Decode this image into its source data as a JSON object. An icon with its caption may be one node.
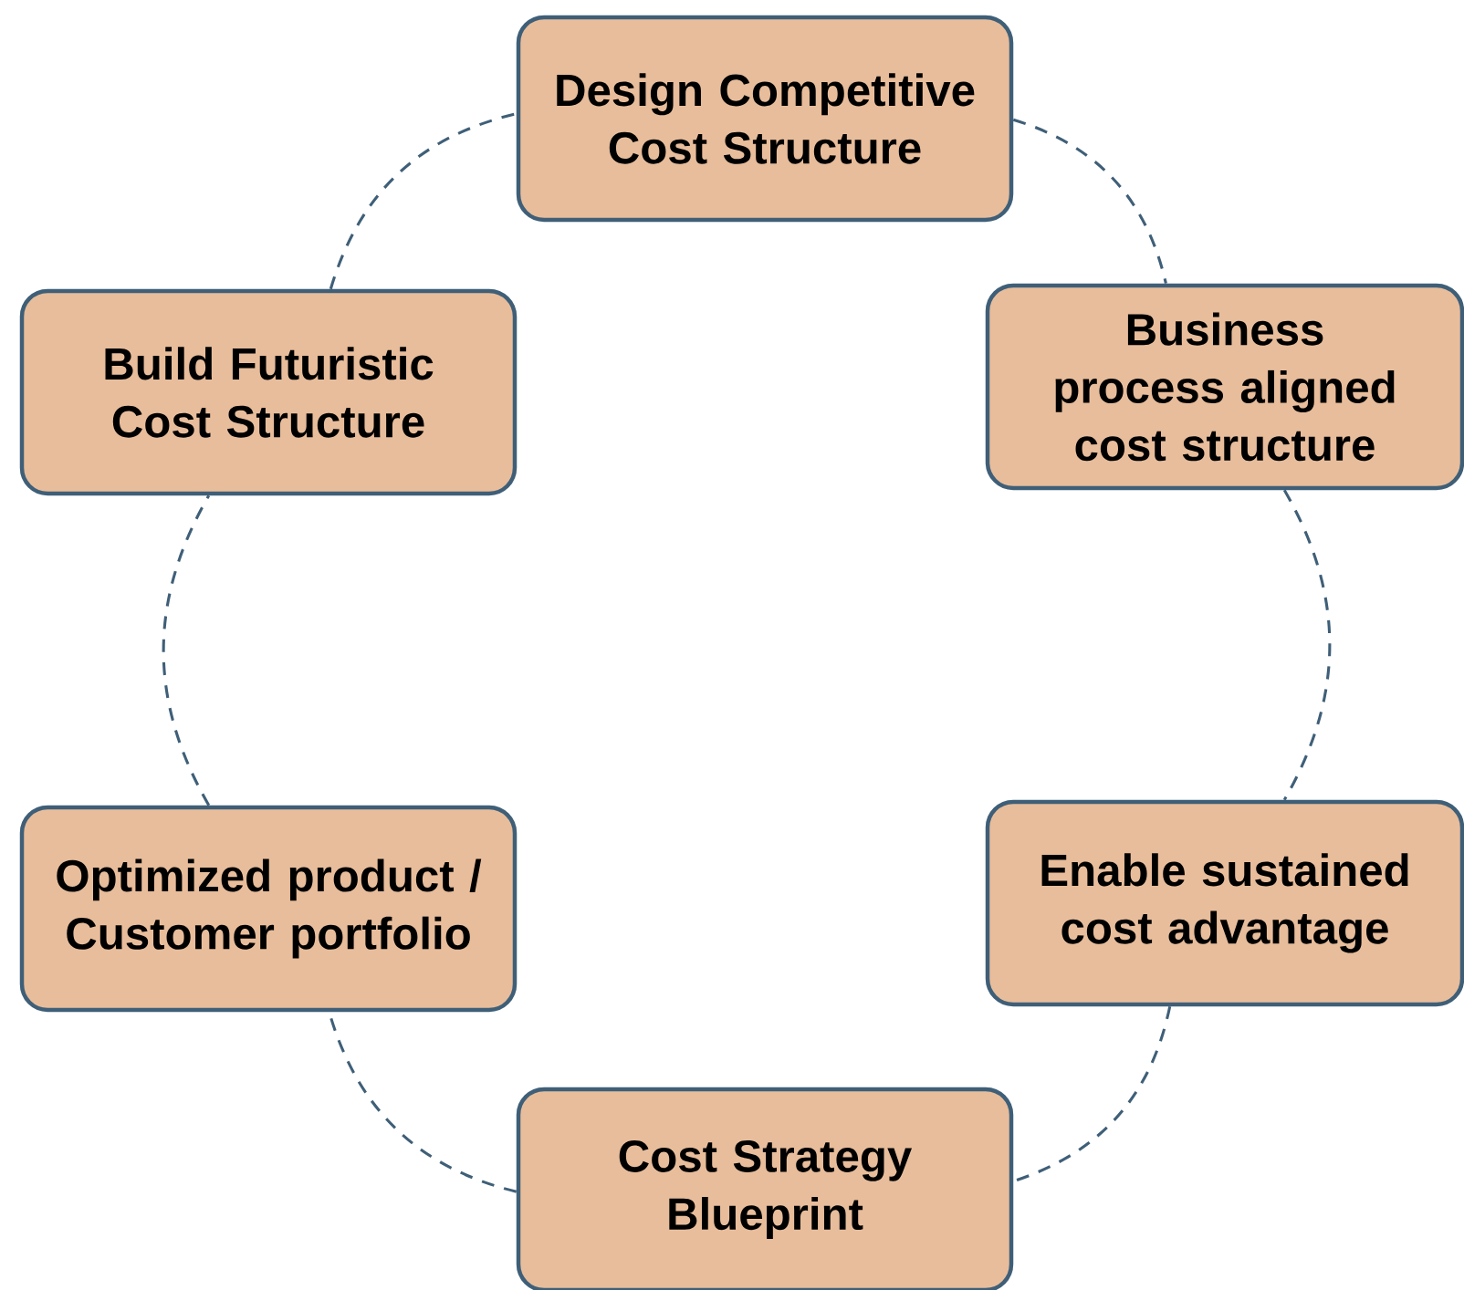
{
  "diagram": {
    "nodes": [
      {
        "text": [
          "Design Competitive Cost Structure"
        ]
      },
      {
        "text": [
          "Build Futuristic Cost Structure"
        ]
      },
      {
        "text": [
          "Business process aligned cost structure"
        ]
      },
      {
        "text": [
          "Optimized product / Customer portfolio"
        ]
      },
      {
        "text": [
          "Enable sustained cost advantage"
        ]
      },
      {
        "text": [
          "Cost Strategy Blueprint"
        ]
      }
    ],
    "edges": [
      {
        "from": 0,
        "to": 2,
        "arrow": "none",
        "style": "dashed"
      },
      {
        "from": 2,
        "to": 4,
        "arrow": "none",
        "style": "dashed"
      },
      {
        "from": 4,
        "to": 5,
        "arrow": "none",
        "style": "dashed"
      },
      {
        "from": 5,
        "to": 3,
        "arrow": "none",
        "style": "dashed"
      },
      {
        "from": 3,
        "to": 1,
        "arrow": "none",
        "style": "dashed"
      },
      {
        "from": 1,
        "to": 0,
        "arrow": "none",
        "style": "dashed"
      }
    ]
  }
}
